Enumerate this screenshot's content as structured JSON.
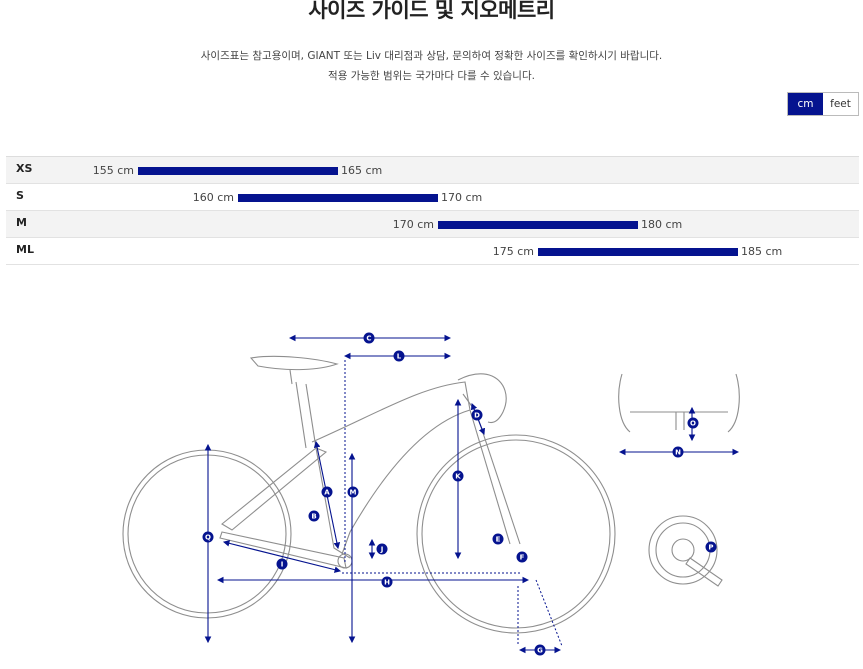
{
  "page": {
    "title": "사이즈 가이드 및 지오메트리",
    "desc_line1": "사이즈표는 참고용이며, GIANT 또는 Liv 대리점과 상담, 문의하여 정확한 사이즈를 확인하시기 바랍니다.",
    "desc_line2": "적용 가능한 범위는 국가마다 다를 수 있습니다."
  },
  "units": {
    "cm": "cm",
    "feet": "feet",
    "selected": "cm"
  },
  "size_chart": {
    "unit": "cm",
    "axis_range": [
      150,
      190
    ],
    "rows": [
      {
        "size": "XS",
        "min": 155,
        "max": 165,
        "min_label": "155 cm",
        "max_label": "165 cm"
      },
      {
        "size": "S",
        "min": 160,
        "max": 170,
        "min_label": "160 cm",
        "max_label": "170 cm"
      },
      {
        "size": "M",
        "min": 170,
        "max": 180,
        "min_label": "170 cm",
        "max_label": "180 cm"
      },
      {
        "size": "ML",
        "min": 175,
        "max": 185,
        "min_label": "175 cm",
        "max_label": "185 cm"
      }
    ]
  },
  "geometry": {
    "accent": "#05138f",
    "line_color": "#8e8e8e",
    "labels": [
      "A",
      "B",
      "C",
      "D",
      "E",
      "F",
      "G",
      "H",
      "I",
      "J",
      "K",
      "L",
      "M",
      "N",
      "O",
      "P",
      "Q"
    ]
  }
}
